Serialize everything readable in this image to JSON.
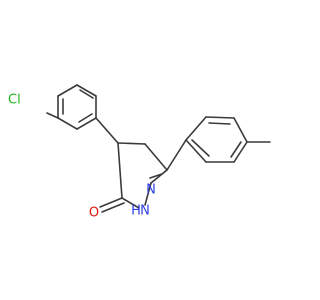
{
  "molecule": {
    "atom_labels": {
      "chlorine": "Cl",
      "nitrogen": "N",
      "amide_nh": "N",
      "amide_h": "H",
      "carbonyl_oxygen": "O"
    },
    "colors": {
      "bond": "#3a3a3a",
      "chlorine": "#1fb51f",
      "nitrogen": "#2f3fe6",
      "oxygen": "#e3140c"
    }
  }
}
